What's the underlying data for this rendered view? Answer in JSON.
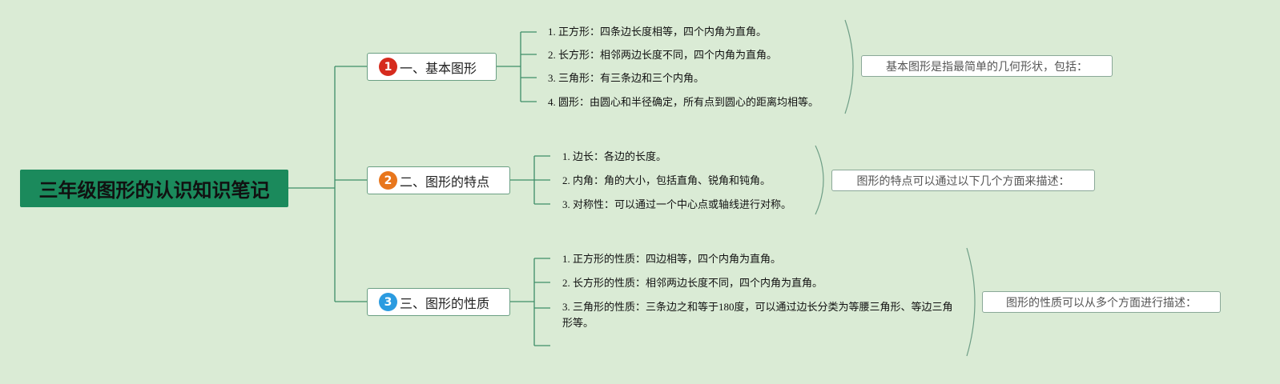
{
  "root": {
    "title": "三年级图形的认识知识笔记"
  },
  "colors": {
    "line": "#3e8e68",
    "bracket": "#6e9e86",
    "badge1": "#d62b1e",
    "badge2": "#e8761c",
    "badge3": "#2b9be0"
  },
  "branches": [
    {
      "number": "1",
      "label": "一、基本图形",
      "items": [
        "1. 正方形：四条边长度相等，四个内角为直角。",
        "2. 长方形：相邻两边长度不同，四个内角为直角。",
        "3. 三角形：有三条边和三个内角。",
        "4. 圆形：由圆心和半径确定，所有点到圆心的距离均相等。"
      ],
      "summary": "基本图形是指最简单的几何形状，包括："
    },
    {
      "number": "2",
      "label": "二、图形的特点",
      "items": [
        "1. 边长：各边的长度。",
        "2. 内角：角的大小，包括直角、锐角和钝角。",
        "3. 对称性：可以通过一个中心点或轴线进行对称。"
      ],
      "summary": "图形的特点可以通过以下几个方面来描述："
    },
    {
      "number": "3",
      "label": "三、图形的性质",
      "items": [
        "1. 正方形的性质：四边相等，四个内角为直角。",
        "2. 长方形的性质：相邻两边长度不同，四个内角为直角。",
        "3. 三角形的性质：三条边之和等于180度，可以通过边长分类为等腰三角形、等边三角形等。"
      ],
      "summary": "图形的性质可以从多个方面进行描述："
    }
  ]
}
